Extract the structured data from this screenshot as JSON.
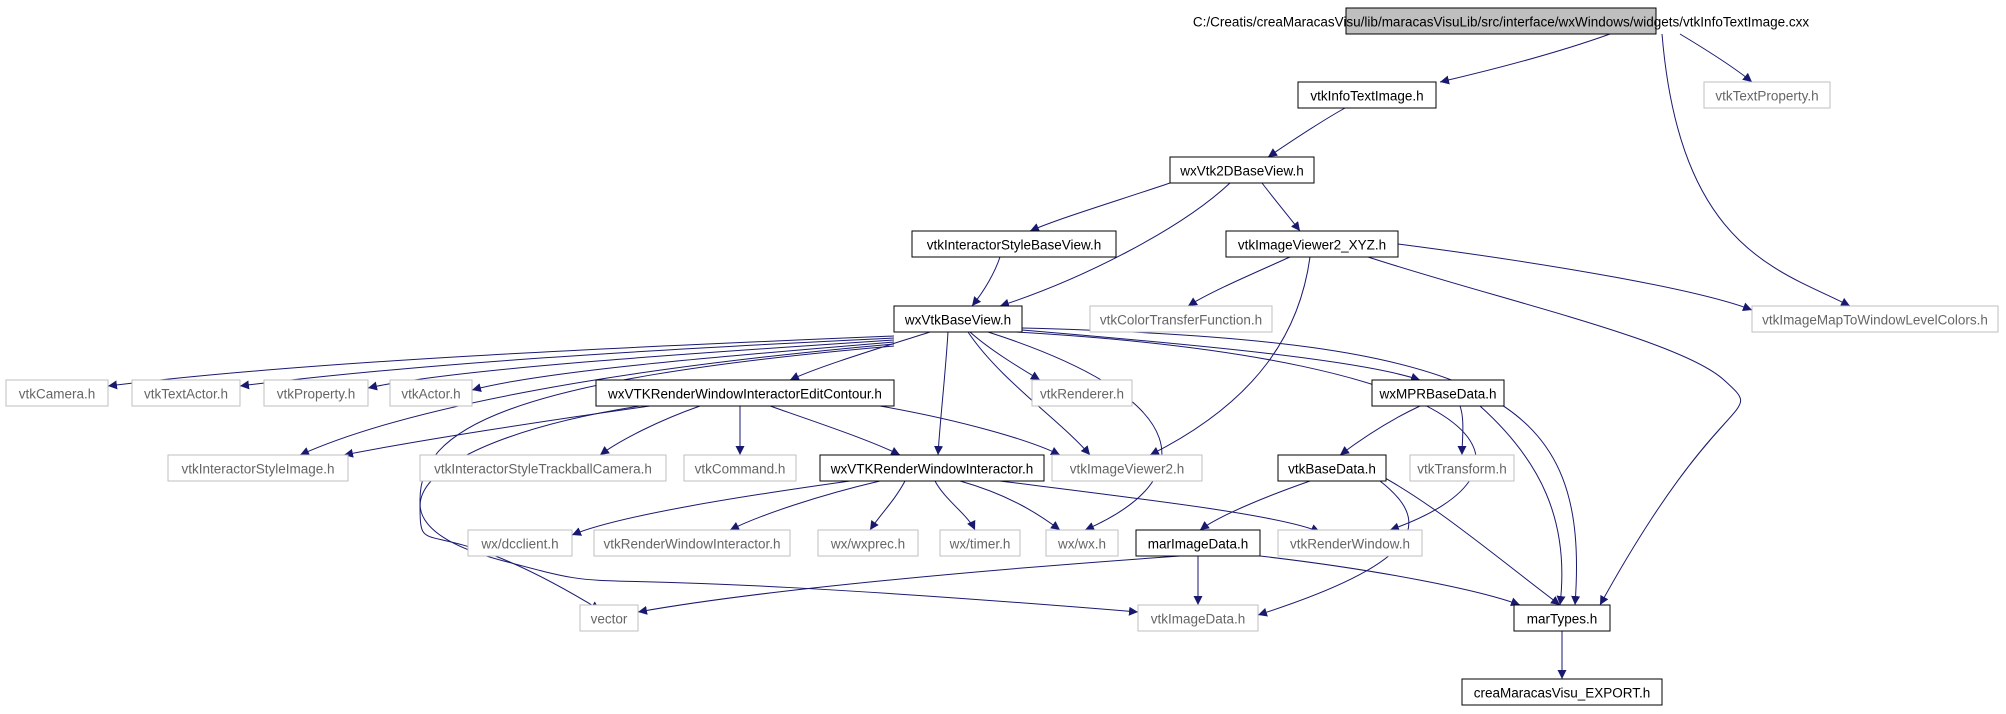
{
  "diagram": {
    "nodes": [
      {
        "id": "root",
        "label": "C:/Creatis/creaMaracasVisu/lib/maracasVisuLib/src/interface/wxWindows/widgets/vtkInfoTextImage.cxx",
        "style": "root"
      },
      {
        "id": "vtkInfoTextImage",
        "label": "vtkInfoTextImage.h",
        "style": "documented"
      },
      {
        "id": "vtkTextProperty",
        "label": "vtkTextProperty.h",
        "style": "external"
      },
      {
        "id": "wxVtk2DBaseView",
        "label": "wxVtk2DBaseView.h",
        "style": "documented"
      },
      {
        "id": "vtkInteractorStyleBaseView",
        "label": "vtkInteractorStyleBaseView.h",
        "style": "documented"
      },
      {
        "id": "vtkImageViewer2_XYZ",
        "label": "vtkImageViewer2_XYZ.h",
        "style": "documented"
      },
      {
        "id": "vtkColorTransferFunction",
        "label": "vtkColorTransferFunction.h",
        "style": "external"
      },
      {
        "id": "vtkImageMapToWindowLevelColors",
        "label": "vtkImageMapToWindowLevelColors.h",
        "style": "external"
      },
      {
        "id": "wxVtkBaseView",
        "label": "wxVtkBaseView.h",
        "style": "documented"
      },
      {
        "id": "vtkCamera",
        "label": "vtkCamera.h",
        "style": "external"
      },
      {
        "id": "vtkTextActor",
        "label": "vtkTextActor.h",
        "style": "external"
      },
      {
        "id": "vtkProperty",
        "label": "vtkProperty.h",
        "style": "external"
      },
      {
        "id": "vtkActor",
        "label": "vtkActor.h",
        "style": "external"
      },
      {
        "id": "wxVTKRenderWindowInteractorEditContour",
        "label": "wxVTKRenderWindowInteractorEditContour.h",
        "style": "documented"
      },
      {
        "id": "vtkRenderer",
        "label": "vtkRenderer.h",
        "style": "external"
      },
      {
        "id": "wxMPRBaseData",
        "label": "wxMPRBaseData.h",
        "style": "documented"
      },
      {
        "id": "vtkInteractorStyleImage",
        "label": "vtkInteractorStyleImage.h",
        "style": "external"
      },
      {
        "id": "vtkInteractorStyleTrackballCamera",
        "label": "vtkInteractorStyleTrackballCamera.h",
        "style": "external"
      },
      {
        "id": "vtkCommand",
        "label": "vtkCommand.h",
        "style": "external"
      },
      {
        "id": "wxVTKRenderWindowInteractor",
        "label": "wxVTKRenderWindowInteractor.h",
        "style": "documented"
      },
      {
        "id": "vtkImageViewer2",
        "label": "vtkImageViewer2.h",
        "style": "external"
      },
      {
        "id": "vtkBaseData",
        "label": "vtkBaseData.h",
        "style": "documented"
      },
      {
        "id": "vtkTransform",
        "label": "vtkTransform.h",
        "style": "external"
      },
      {
        "id": "wxdcclient",
        "label": "wx/dcclient.h",
        "style": "external"
      },
      {
        "id": "vtkRenderWindowInteractor",
        "label": "vtkRenderWindowInteractor.h",
        "style": "external"
      },
      {
        "id": "wxwxprec",
        "label": "wx/wxprec.h",
        "style": "external"
      },
      {
        "id": "wxtimer",
        "label": "wx/timer.h",
        "style": "external"
      },
      {
        "id": "wxwx",
        "label": "wx/wx.h",
        "style": "external"
      },
      {
        "id": "marImageData",
        "label": "marImageData.h",
        "style": "documented"
      },
      {
        "id": "vtkRenderWindow",
        "label": "vtkRenderWindow.h",
        "style": "external"
      },
      {
        "id": "vector",
        "label": "vector",
        "style": "external"
      },
      {
        "id": "vtkImageData",
        "label": "vtkImageData.h",
        "style": "external"
      },
      {
        "id": "marTypes",
        "label": "marTypes.h",
        "style": "documented"
      },
      {
        "id": "creaMaracasVisu_EXPORT",
        "label": "creaMaracasVisu_EXPORT.h",
        "style": "documented"
      }
    ],
    "edges": [
      [
        "root",
        "vtkInfoTextImage"
      ],
      [
        "root",
        "vtkTextProperty"
      ],
      [
        "root",
        "vtkImageMapToWindowLevelColors"
      ],
      [
        "vtkInfoTextImage",
        "wxVtk2DBaseView"
      ],
      [
        "wxVtk2DBaseView",
        "vtkInteractorStyleBaseView"
      ],
      [
        "wxVtk2DBaseView",
        "wxVtkBaseView"
      ],
      [
        "wxVtk2DBaseView",
        "vtkImageViewer2_XYZ"
      ],
      [
        "vtkInteractorStyleBaseView",
        "wxVtkBaseView"
      ],
      [
        "vtkImageViewer2_XYZ",
        "vtkColorTransferFunction"
      ],
      [
        "vtkImageViewer2_XYZ",
        "vtkImageMapToWindowLevelColors"
      ],
      [
        "vtkImageViewer2_XYZ",
        "vtkImageViewer2"
      ],
      [
        "vtkImageViewer2_XYZ",
        "marTypes"
      ],
      [
        "wxVtkBaseView",
        "vtkCamera"
      ],
      [
        "wxVtkBaseView",
        "vtkTextActor"
      ],
      [
        "wxVtkBaseView",
        "vtkProperty"
      ],
      [
        "wxVtkBaseView",
        "vtkActor"
      ],
      [
        "wxVtkBaseView",
        "wxVTKRenderWindowInteractorEditContour"
      ],
      [
        "wxVtkBaseView",
        "vtkRenderer"
      ],
      [
        "wxVtkBaseView",
        "wxMPRBaseData"
      ],
      [
        "wxVtkBaseView",
        "vtkInteractorStyleImage"
      ],
      [
        "wxVtkBaseView",
        "wxVTKRenderWindowInteractor"
      ],
      [
        "wxVtkBaseView",
        "vtkImageViewer2"
      ],
      [
        "wxVtkBaseView",
        "wxwx"
      ],
      [
        "wxVtkBaseView",
        "vtkRenderWindow"
      ],
      [
        "wxVtkBaseView",
        "vector"
      ],
      [
        "wxVtkBaseView",
        "marTypes"
      ],
      [
        "wxVTKRenderWindowInteractorEditContour",
        "vtkInteractorStyleImage"
      ],
      [
        "wxVTKRenderWindowInteractorEditContour",
        "vtkInteractorStyleTrackballCamera"
      ],
      [
        "wxVTKRenderWindowInteractorEditContour",
        "vtkCommand"
      ],
      [
        "wxVTKRenderWindowInteractorEditContour",
        "wxVTKRenderWindowInteractor"
      ],
      [
        "wxVTKRenderWindowInteractorEditContour",
        "vtkImageViewer2"
      ],
      [
        "wxVTKRenderWindowInteractorEditContour",
        "vtkImageData"
      ],
      [
        "wxMPRBaseData",
        "vtkBaseData"
      ],
      [
        "wxMPRBaseData",
        "vtkTransform"
      ],
      [
        "wxMPRBaseData",
        "marTypes"
      ],
      [
        "wxVTKRenderWindowInteractor",
        "wxdcclient"
      ],
      [
        "wxVTKRenderWindowInteractor",
        "vtkRenderWindowInteractor"
      ],
      [
        "wxVTKRenderWindowInteractor",
        "wxwxprec"
      ],
      [
        "wxVTKRenderWindowInteractor",
        "wxtimer"
      ],
      [
        "wxVTKRenderWindowInteractor",
        "wxwx"
      ],
      [
        "wxVTKRenderWindowInteractor",
        "vtkRenderWindow"
      ],
      [
        "vtkBaseData",
        "marImageData"
      ],
      [
        "vtkBaseData",
        "vtkImageData"
      ],
      [
        "vtkBaseData",
        "marTypes"
      ],
      [
        "marImageData",
        "vector"
      ],
      [
        "marImageData",
        "vtkImageData"
      ],
      [
        "marImageData",
        "marTypes"
      ],
      [
        "marTypes",
        "creaMaracasVisu_EXPORT"
      ]
    ]
  },
  "colors": {
    "edge": "#191970",
    "root_fill": "#bfbfbf",
    "documented_border": "#000000",
    "external_border": "#bfbfbf",
    "external_text": "#666666",
    "text": "#000000"
  }
}
